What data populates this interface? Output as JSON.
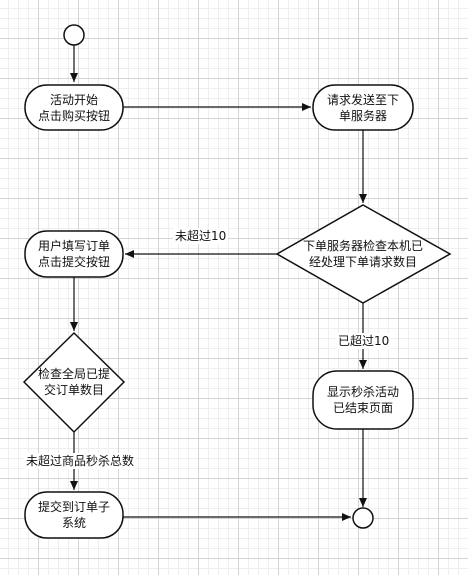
{
  "nodes": {
    "start_activity": [
      "活动开始",
      "点击购买按钮"
    ],
    "send_request": [
      "请求发送至下",
      "单服务器"
    ],
    "check_processed": [
      "下单服务器检查本机已",
      "经处理下单请求数目"
    ],
    "fill_order": [
      "用户填写订单",
      "点击提交按钮"
    ],
    "check_global": [
      "检查全局已提",
      "交订单数目"
    ],
    "show_end": [
      "显示秒杀活动",
      "已结束页面"
    ],
    "submit_order": [
      "提交到订单子",
      "系统"
    ]
  },
  "edges": {
    "not_exceed_10": "未超过10",
    "exceeded_10": "已超过10",
    "not_exceed_total": "未超过商品秒杀总数"
  }
}
